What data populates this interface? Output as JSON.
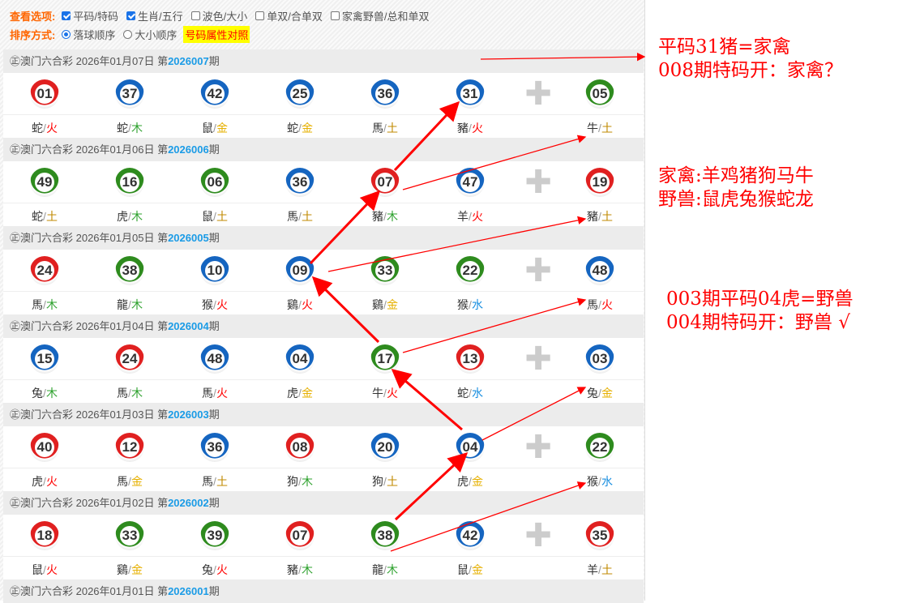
{
  "options": {
    "view_label": "查看选项:",
    "checks": [
      {
        "label": "平码/特码",
        "on": true
      },
      {
        "label": "生肖/五行",
        "on": true
      },
      {
        "label": "波色/大小",
        "on": false
      },
      {
        "label": "单双/合单双",
        "on": false
      },
      {
        "label": "家禽野兽/总和单双",
        "on": false
      }
    ],
    "sort_label": "排序方式:",
    "radios": [
      {
        "label": "落球顺序",
        "on": true
      },
      {
        "label": "大小顺序",
        "on": false
      }
    ],
    "compare_link": "号码属性对照"
  },
  "plus_icon": "plus-icon",
  "draws": [
    {
      "prefix": "㊣澳门六合彩 2026年01月07日 第",
      "period": "2026007",
      "suffix": "期",
      "balls": [
        [
          "01",
          "r",
          "蛇",
          "火"
        ],
        [
          "37",
          "b",
          "蛇",
          "木"
        ],
        [
          "42",
          "b",
          "鼠",
          "金"
        ],
        [
          "25",
          "b",
          "蛇",
          "金"
        ],
        [
          "36",
          "b",
          "馬",
          "土"
        ],
        [
          "31",
          "b",
          "豬",
          "火"
        ],
        [
          "05",
          "g",
          "牛",
          "土"
        ]
      ]
    },
    {
      "prefix": "㊣澳门六合彩 2026年01月06日 第",
      "period": "2026006",
      "suffix": "期",
      "balls": [
        [
          "49",
          "g",
          "蛇",
          "土"
        ],
        [
          "16",
          "g",
          "虎",
          "木"
        ],
        [
          "06",
          "g",
          "鼠",
          "土"
        ],
        [
          "36",
          "b",
          "馬",
          "土"
        ],
        [
          "07",
          "r",
          "豬",
          "木"
        ],
        [
          "47",
          "b",
          "羊",
          "火"
        ],
        [
          "19",
          "r",
          "豬",
          "土"
        ]
      ]
    },
    {
      "prefix": "㊣澳门六合彩 2026年01月05日 第",
      "period": "2026005",
      "suffix": "期",
      "balls": [
        [
          "24",
          "r",
          "馬",
          "木"
        ],
        [
          "38",
          "g",
          "龍",
          "木"
        ],
        [
          "10",
          "b",
          "猴",
          "火"
        ],
        [
          "09",
          "b",
          "鷄",
          "火"
        ],
        [
          "33",
          "g",
          "鷄",
          "金"
        ],
        [
          "22",
          "g",
          "猴",
          "水"
        ],
        [
          "48",
          "b",
          "馬",
          "火"
        ]
      ]
    },
    {
      "prefix": "㊣澳门六合彩 2026年01月04日 第",
      "period": "2026004",
      "suffix": "期",
      "balls": [
        [
          "15",
          "b",
          "兔",
          "木"
        ],
        [
          "24",
          "r",
          "馬",
          "木"
        ],
        [
          "48",
          "b",
          "馬",
          "火"
        ],
        [
          "04",
          "b",
          "虎",
          "金"
        ],
        [
          "17",
          "g",
          "牛",
          "火"
        ],
        [
          "13",
          "r",
          "蛇",
          "水"
        ],
        [
          "03",
          "b",
          "兔",
          "金"
        ]
      ]
    },
    {
      "prefix": "㊣澳门六合彩 2026年01月03日 第",
      "period": "2026003",
      "suffix": "期",
      "balls": [
        [
          "40",
          "r",
          "虎",
          "火"
        ],
        [
          "12",
          "r",
          "馬",
          "金"
        ],
        [
          "36",
          "b",
          "馬",
          "土"
        ],
        [
          "08",
          "r",
          "狗",
          "木"
        ],
        [
          "20",
          "b",
          "狗",
          "土"
        ],
        [
          "04",
          "b",
          "虎",
          "金"
        ],
        [
          "22",
          "g",
          "猴",
          "水"
        ]
      ]
    },
    {
      "prefix": "㊣澳门六合彩 2026年01月02日 第",
      "period": "2026002",
      "suffix": "期",
      "balls": [
        [
          "18",
          "r",
          "鼠",
          "火"
        ],
        [
          "33",
          "g",
          "鷄",
          "金"
        ],
        [
          "39",
          "g",
          "兔",
          "火"
        ],
        [
          "07",
          "r",
          "豬",
          "木"
        ],
        [
          "38",
          "g",
          "龍",
          "木"
        ],
        [
          "42",
          "b",
          "鼠",
          "金"
        ],
        [
          "35",
          "r",
          "羊",
          "土"
        ]
      ]
    },
    {
      "prefix": "㊣澳门六合彩 2026年01月01日 第",
      "period": "2026001",
      "suffix": "期",
      "balls": []
    }
  ],
  "notes": [
    "平码31猪=家禽\n008期特码开：家禽？",
    "家禽:羊鸡猪狗马牛\n野兽:鼠虎兔猴蛇龙",
    "003期平码04虎=野兽\n004期特码开：野兽 √"
  ]
}
